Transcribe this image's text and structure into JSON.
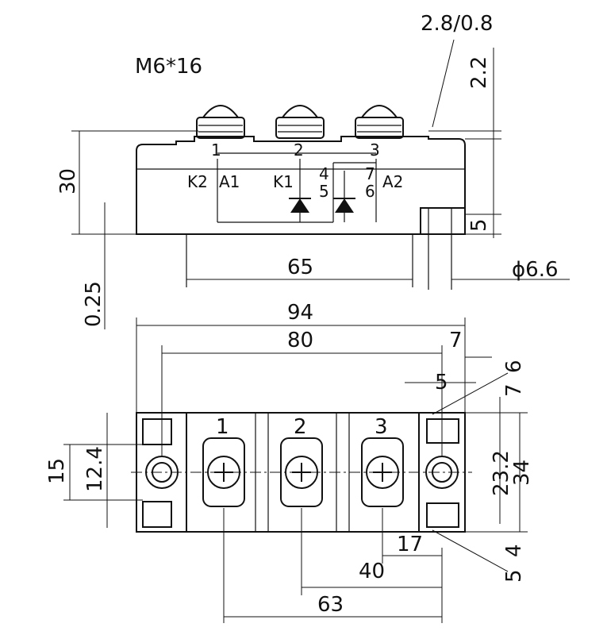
{
  "top_view": {
    "screw_label": "M6*16",
    "height_label": "30",
    "terminal_gap_label": "2.8/0.8",
    "screw_height_label": "2.2",
    "foot_label": "5",
    "offset_label": "0.25",
    "length_label": "65",
    "hole_label": "ϕ6.6",
    "terminals": [
      "1",
      "2",
      "3"
    ],
    "pins": [
      "K2",
      "A1",
      "K1",
      "4",
      "5",
      "7",
      "A2",
      "6"
    ]
  },
  "bottom_view": {
    "overall_length": "94",
    "mount_spacing": "80",
    "edge_dim": "7",
    "pin_width": "5",
    "right_dims": [
      "6",
      "7",
      "23.2",
      "34",
      "4",
      "5"
    ],
    "left_dims": [
      "15",
      "12.4"
    ],
    "bottom_dims": [
      "17",
      "40",
      "63"
    ],
    "terminal_labels": [
      "1",
      "2",
      "3"
    ]
  }
}
